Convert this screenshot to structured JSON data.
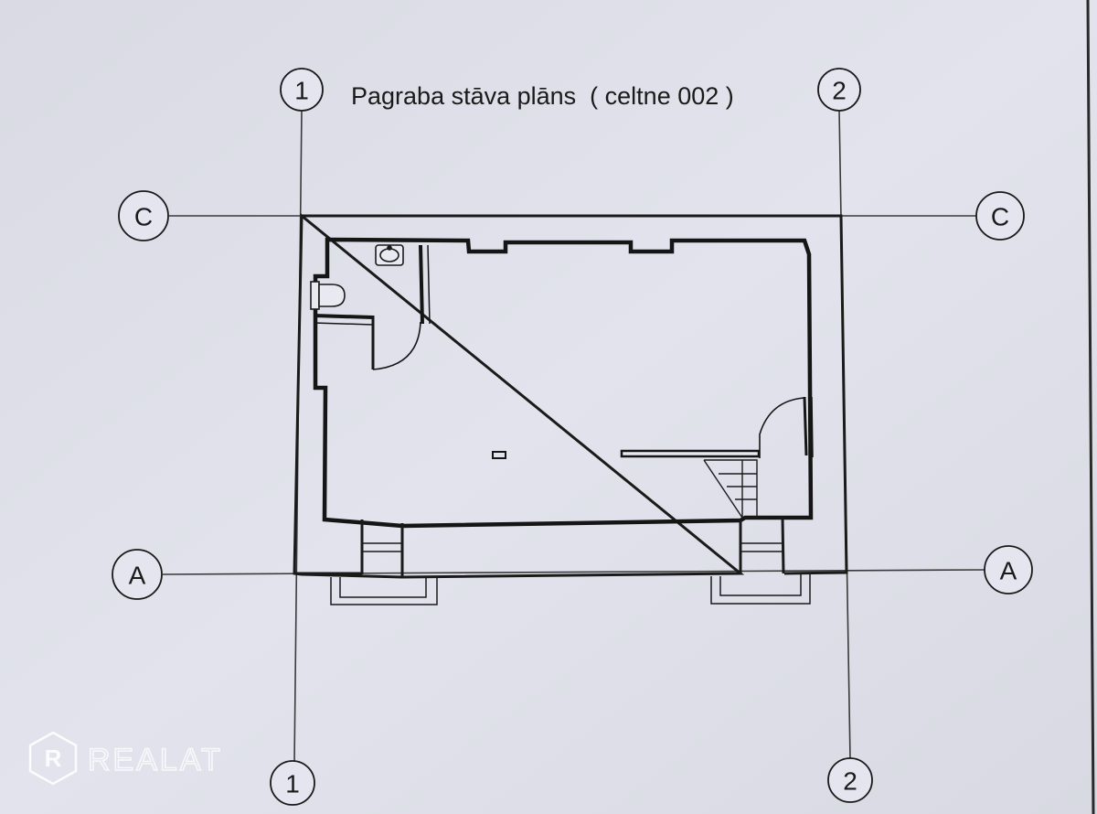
{
  "title": "Pagraba stāva plāns  ( celtne 002 )",
  "grid_axes": {
    "col_left": "1",
    "col_right": "2",
    "row_top": "C",
    "row_bottom": "A"
  },
  "watermark": {
    "logo_letter": "R",
    "text": "REALAT"
  },
  "colors": {
    "paper": "#dcdde6",
    "ink": "#1a1a1a",
    "watermark": "#ffffff"
  }
}
